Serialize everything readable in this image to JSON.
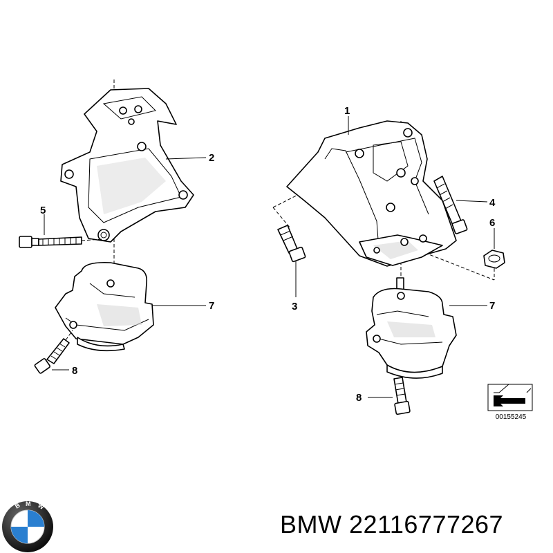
{
  "callouts": {
    "c1": "1",
    "c2": "2",
    "c3": "3",
    "c4": "4",
    "c5": "5",
    "c6": "6",
    "c7_left": "7",
    "c7_right": "7",
    "c8_left": "8",
    "c8_right": "8"
  },
  "reference_code": "00155245",
  "caption": "BMW 22116777267",
  "logo": {
    "icon": "bmw-roundel-icon",
    "lettering": "BMW",
    "colors": {
      "blue": "#2a7fd0",
      "white": "#ffffff",
      "ring": "#111111"
    }
  }
}
